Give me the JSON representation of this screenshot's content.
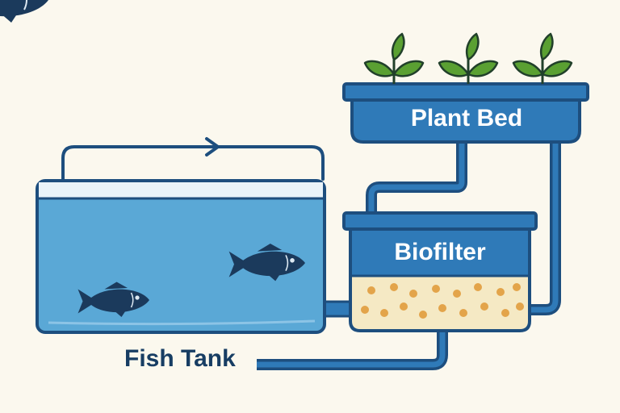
{
  "labels": {
    "plant_bed": "Plant Bed",
    "biofilter": "Biofilter",
    "fish_tank": "Fish Tank"
  },
  "colors": {
    "background": "#fbf8ee",
    "outline": "#1d4e7e",
    "water": "#5aa8d6",
    "water_light": "#e9f3f9",
    "fish": "#1b3a5c",
    "container_fill": "#2f7ab8",
    "media": "#f5e9c4",
    "media_beads": "#e3a44a",
    "leaf": "#5aa032",
    "leaf_stroke": "#21402a",
    "label_dark": "#173d63",
    "label_light": "#ffffff"
  },
  "icons": [
    "fish-icon",
    "plant-sprout-icon",
    "flow-arrow-icon"
  ]
}
